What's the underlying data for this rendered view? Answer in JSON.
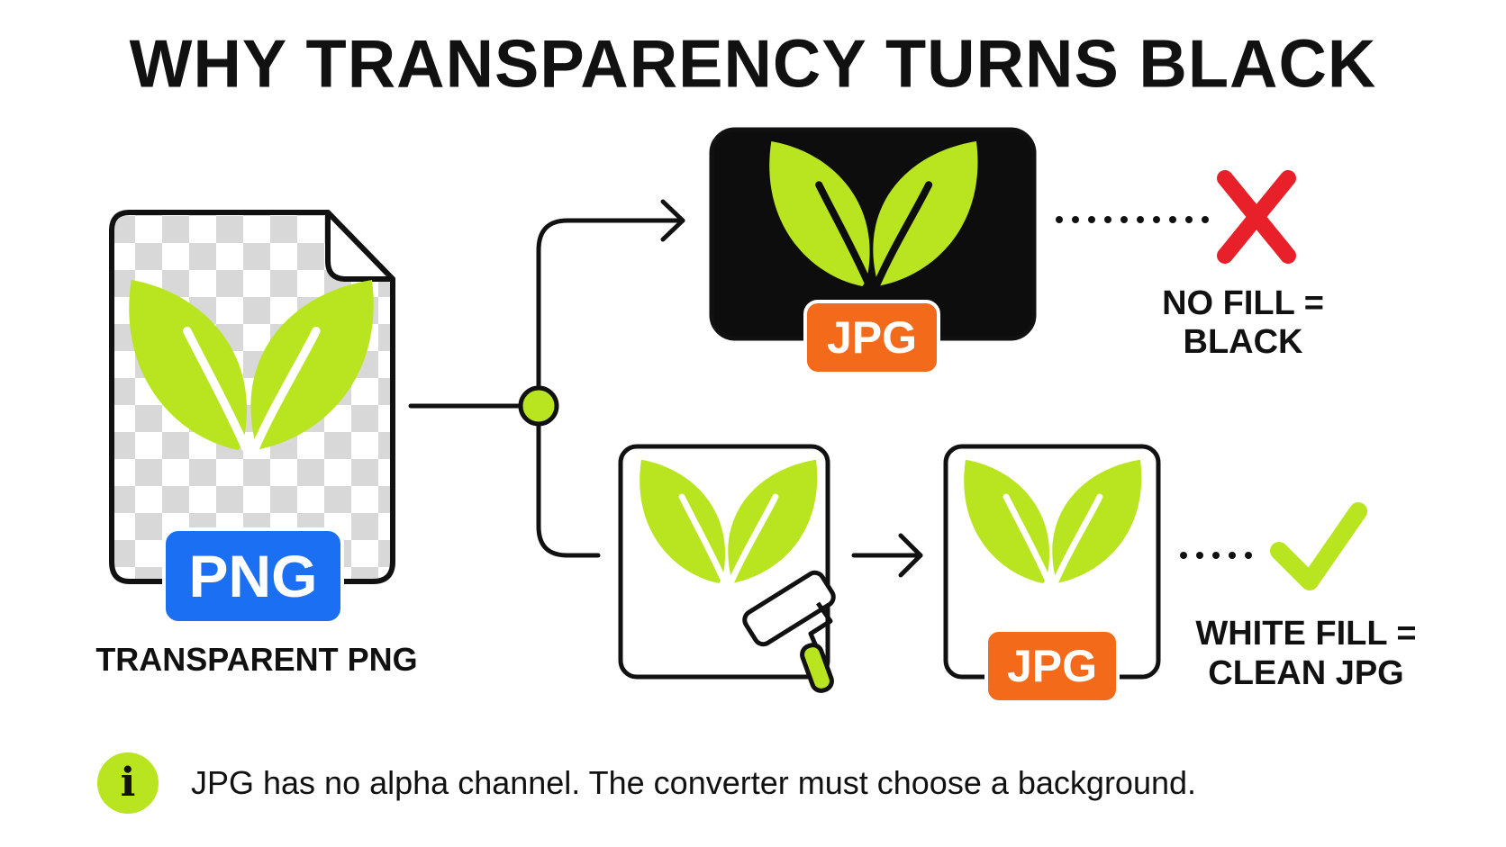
{
  "title": "WHY TRANSPARENCY TURNS BLACK",
  "source": {
    "badge": "PNG",
    "label": "TRANSPARENT PNG"
  },
  "black_path": {
    "badge": "JPG",
    "label": "NO FILL = BLACK",
    "status_icon": "cross-icon"
  },
  "white_path": {
    "badge": "JPG",
    "label_line1": "WHITE FILL =",
    "label_line2": "CLEAN JPG",
    "status_icon": "check-icon",
    "tool_icon": "paint-roller-icon"
  },
  "info": {
    "icon": "info-icon",
    "icon_glyph": "i",
    "text": "JPG has no alpha channel. The converter must choose a background."
  },
  "colors": {
    "leaf": "#b8e51f",
    "png_badge": "#1a6ff2",
    "jpg_badge": "#f26a1a",
    "cross": "#e8202a",
    "check": "#b8e51f"
  }
}
